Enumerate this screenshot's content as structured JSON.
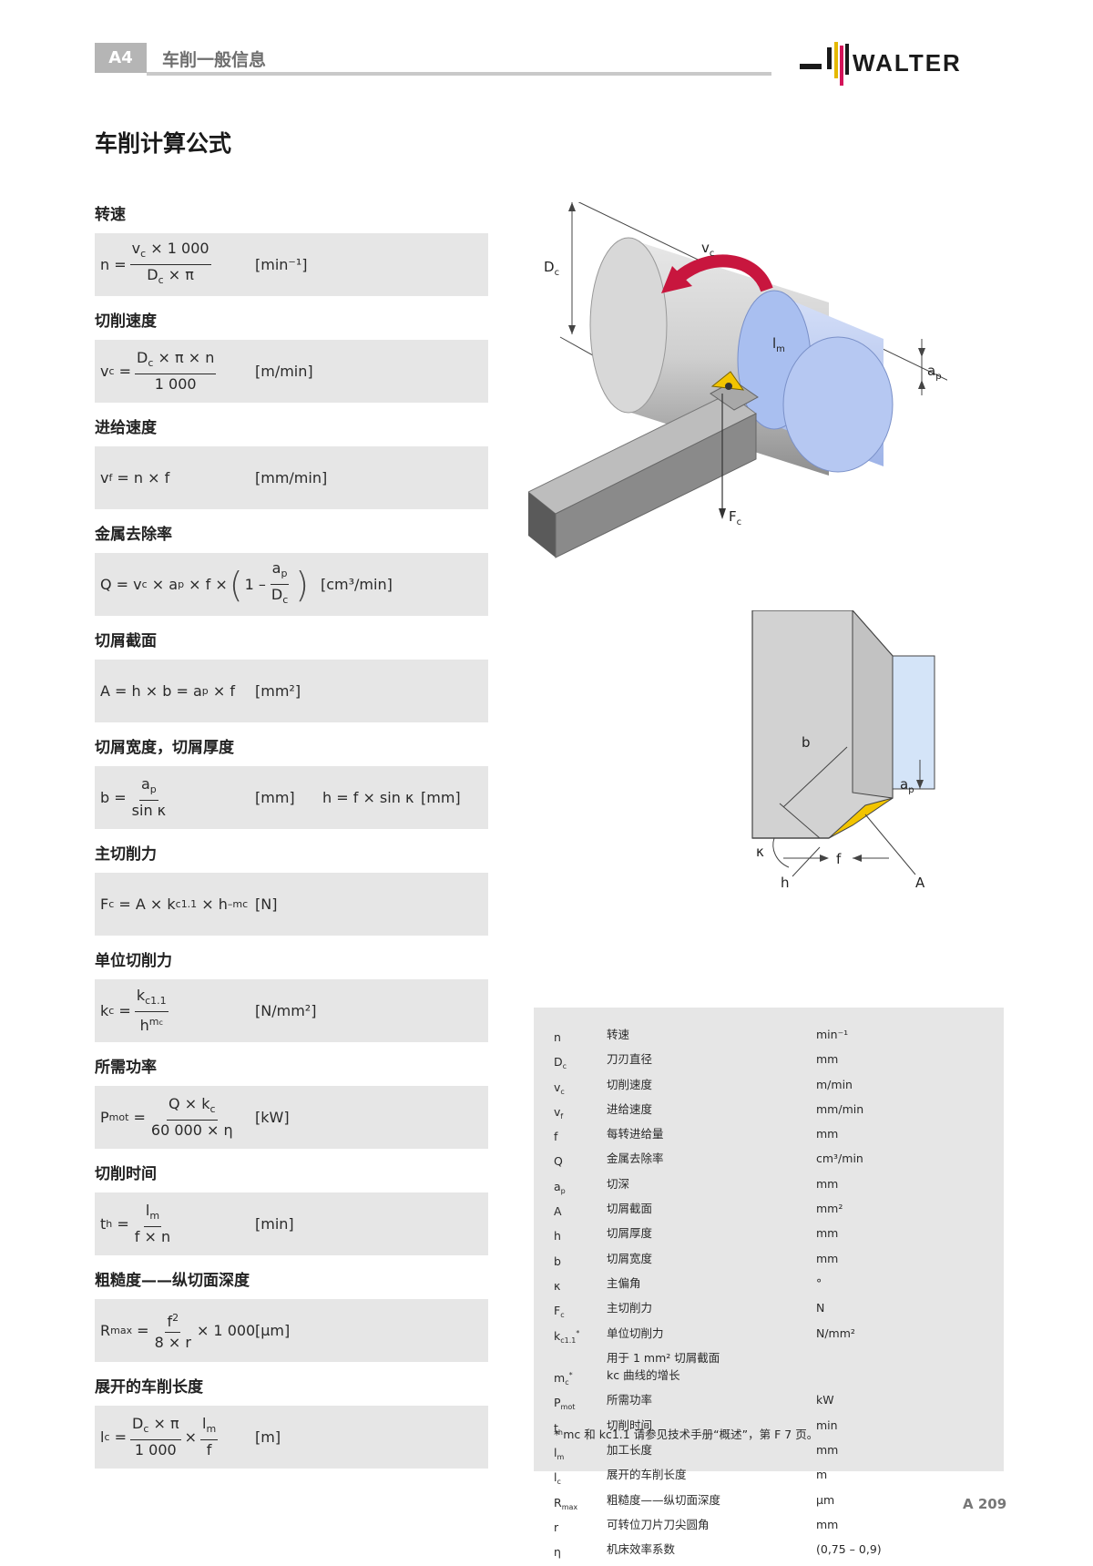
{
  "header": {
    "tag": "A4",
    "title": "车削一般信息",
    "logo_text": "WALTER"
  },
  "page_title": "车削计算公式",
  "sections": [
    {
      "title": "转速",
      "unit": "[min⁻¹]"
    },
    {
      "title": "切削速度",
      "unit": "[m/min]"
    },
    {
      "title": "进给速度",
      "unit": "[mm/min]"
    },
    {
      "title": "金属去除率",
      "unit": "[cm³/min]"
    },
    {
      "title": "切屑截面",
      "unit": "[mm²]"
    },
    {
      "title": "切屑宽度，切屑厚度",
      "unit": "[mm]",
      "extra": "h = f × sin κ",
      "extra_unit": "[mm]"
    },
    {
      "title": "主切削力",
      "unit": "[N]"
    },
    {
      "title": "单位切削力",
      "unit": "[N/mm²]"
    },
    {
      "title": "所需功率",
      "unit": "[kW]"
    },
    {
      "title": "切削时间",
      "unit": "[min]"
    },
    {
      "title": "粗糙度——纵切面深度",
      "unit": "[µm]"
    },
    {
      "title": "展开的车削长度",
      "unit": "[m]"
    }
  ],
  "diagram": {
    "top_labels": {
      "vc": "v",
      "vc_sub": "c",
      "dc": "D",
      "dc_sub": "c",
      "lm": "l",
      "lm_sub": "m",
      "ap": "a",
      "ap_sub": "p",
      "fc": "F",
      "fc_sub": "c"
    },
    "bottom_labels": {
      "b": "b",
      "ap": "a",
      "ap_sub": "p",
      "kappa": "κ",
      "f": "f",
      "h": "h",
      "A": "A"
    },
    "colors": {
      "workpiece_blue": "#b6c8f2",
      "insert_yellow": "#f2c400",
      "arrow_red": "#c8163e",
      "tool_grey": "#9a9a9a"
    }
  },
  "legend": {
    "rows": [
      {
        "sym": "n",
        "sub": "",
        "sup": "",
        "desc": "转速",
        "unit": "min⁻¹"
      },
      {
        "sym": "D",
        "sub": "c",
        "sup": "",
        "desc": "刀刃直径",
        "unit": "mm"
      },
      {
        "sym": "v",
        "sub": "c",
        "sup": "",
        "desc": "切削速度",
        "unit": "m/min"
      },
      {
        "sym": "v",
        "sub": "f",
        "sup": "",
        "desc": "进给速度",
        "unit": "mm/min"
      },
      {
        "sym": "f",
        "sub": "",
        "sup": "",
        "desc": "每转进给量",
        "unit": "mm"
      },
      {
        "sym": "Q",
        "sub": "",
        "sup": "",
        "desc": "金属去除率",
        "unit": "cm³/min"
      },
      {
        "sym": "a",
        "sub": "p",
        "sup": "",
        "desc": "切深",
        "unit": "mm"
      },
      {
        "sym": "A",
        "sub": "",
        "sup": "",
        "desc": "切屑截面",
        "unit": "mm²"
      },
      {
        "sym": "h",
        "sub": "",
        "sup": "",
        "desc": "切屑厚度",
        "unit": "mm"
      },
      {
        "sym": "b",
        "sub": "",
        "sup": "",
        "desc": "切屑宽度",
        "unit": "mm"
      },
      {
        "sym": "κ",
        "sub": "",
        "sup": "",
        "desc": "主偏角",
        "unit": "°"
      },
      {
        "sym": "F",
        "sub": "c",
        "sup": "",
        "desc": "主切削力",
        "unit": "N"
      },
      {
        "sym": "k",
        "sub": "c1.1",
        "sup": "*",
        "desc": "单位切削力",
        "unit": "N/mm²"
      },
      {
        "sym": "",
        "sub": "",
        "sup": "",
        "desc": "用于 1 mm² 切屑截面",
        "unit": ""
      },
      {
        "sym": "m",
        "sub": "c",
        "sup": "*",
        "desc": "kc 曲线的增长",
        "unit": ""
      },
      {
        "sym": "P",
        "sub": "mot",
        "sup": "",
        "desc": "所需功率",
        "unit": "kW"
      },
      {
        "sym": "t",
        "sub": "h",
        "sup": "",
        "desc": "切削时间",
        "unit": "min"
      },
      {
        "sym": "l",
        "sub": "m",
        "sup": "",
        "desc": "加工长度",
        "unit": "mm"
      },
      {
        "sym": "l",
        "sub": "c",
        "sup": "",
        "desc": "展开的车削长度",
        "unit": "m"
      },
      {
        "sym": "R",
        "sub": "max",
        "sup": "",
        "desc": "粗糙度——纵切面深度",
        "unit": "µm"
      },
      {
        "sym": "r",
        "sub": "",
        "sup": "",
        "desc": "可转位刀片刀尖圆角",
        "unit": "mm"
      },
      {
        "sym": "η",
        "sub": "",
        "sup": "",
        "desc": "机床效率系数",
        "unit": "(0,75 – 0,9)"
      }
    ],
    "footnote": "* mc 和 kc1.1 请参见技术手册“概述”，第 F 7 页。"
  },
  "page_number": "A 209"
}
